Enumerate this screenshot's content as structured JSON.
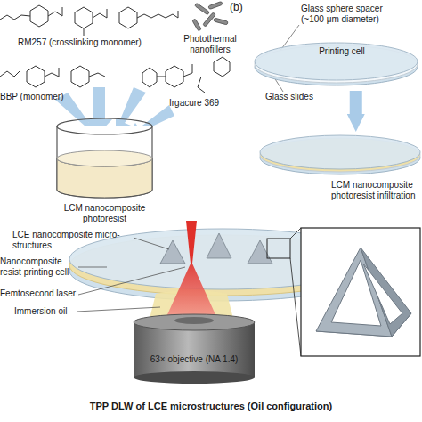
{
  "diagram": {
    "title": "TPP DLW of LCE microstructures (Oil configuration)",
    "nodes": [
      {
        "text": [
          "LCM nanocomposite photoresist"
        ]
      },
      {
        "text": [
          "Printing cell"
        ]
      },
      {
        "text": [
          "LCM nanocomposite photoresist infiltration"
        ]
      },
      {
        "text": [
          "63× objective (NA 1.4)"
        ]
      }
    ],
    "edges": [
      {
        "from": 1,
        "to": 2,
        "arrow": "to"
      }
    ],
    "labels": [
      "RM257 (crosslinking monomer)",
      "Photothermal nanofillers",
      "BBP (monomer)",
      "Irgacure 369",
      "(b)",
      "Glass sphere spacer (~100 μm diameter)",
      "Glass slides",
      "LCE nanocomposite micro-structures",
      "Nanocomposite resist printing cell",
      "Femtosecond laser",
      "Immersion oil"
    ]
  }
}
